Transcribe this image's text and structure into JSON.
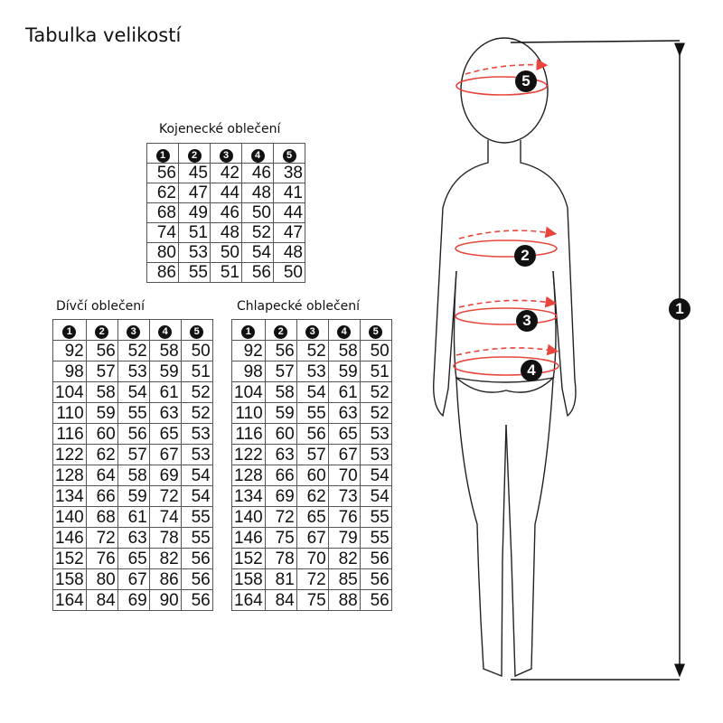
{
  "title": "Tabulka velikostí",
  "column_markers": [
    "1",
    "2",
    "3",
    "4",
    "5"
  ],
  "tables": {
    "baby": {
      "caption": "Kojenecké oblečení",
      "rows": [
        [
          "56",
          "45",
          "42",
          "46",
          "38"
        ],
        [
          "62",
          "47",
          "44",
          "48",
          "41"
        ],
        [
          "68",
          "49",
          "46",
          "50",
          "44"
        ],
        [
          "74",
          "51",
          "48",
          "52",
          "47"
        ],
        [
          "80",
          "53",
          "50",
          "54",
          "48"
        ],
        [
          "86",
          "55",
          "51",
          "56",
          "50"
        ]
      ]
    },
    "girls": {
      "caption": "Dívčí oblečení",
      "rows": [
        [
          "92",
          "56",
          "52",
          "58",
          "50"
        ],
        [
          "98",
          "57",
          "53",
          "59",
          "51"
        ],
        [
          "104",
          "58",
          "54",
          "61",
          "52"
        ],
        [
          "110",
          "59",
          "55",
          "63",
          "52"
        ],
        [
          "116",
          "60",
          "56",
          "65",
          "53"
        ],
        [
          "122",
          "62",
          "57",
          "67",
          "53"
        ],
        [
          "128",
          "64",
          "58",
          "69",
          "54"
        ],
        [
          "134",
          "66",
          "59",
          "72",
          "54"
        ],
        [
          "140",
          "68",
          "61",
          "74",
          "55"
        ],
        [
          "146",
          "72",
          "63",
          "78",
          "55"
        ],
        [
          "152",
          "76",
          "65",
          "82",
          "56"
        ],
        [
          "158",
          "80",
          "67",
          "86",
          "56"
        ],
        [
          "164",
          "84",
          "69",
          "90",
          "56"
        ]
      ]
    },
    "boys": {
      "caption": "Chlapecké oblečení",
      "rows": [
        [
          "92",
          "56",
          "52",
          "58",
          "50"
        ],
        [
          "98",
          "57",
          "53",
          "59",
          "51"
        ],
        [
          "104",
          "58",
          "54",
          "61",
          "52"
        ],
        [
          "110",
          "59",
          "55",
          "63",
          "52"
        ],
        [
          "116",
          "60",
          "56",
          "65",
          "53"
        ],
        [
          "122",
          "63",
          "57",
          "67",
          "53"
        ],
        [
          "128",
          "66",
          "60",
          "70",
          "54"
        ],
        [
          "134",
          "69",
          "62",
          "73",
          "54"
        ],
        [
          "140",
          "72",
          "65",
          "76",
          "55"
        ],
        [
          "146",
          "75",
          "67",
          "79",
          "55"
        ],
        [
          "152",
          "78",
          "70",
          "82",
          "56"
        ],
        [
          "158",
          "81",
          "72",
          "85",
          "56"
        ],
        [
          "164",
          "84",
          "75",
          "88",
          "56"
        ]
      ]
    }
  },
  "figure": {
    "markers": [
      "1",
      "2",
      "3",
      "4",
      "5"
    ],
    "accent_color": "#e8463c"
  }
}
